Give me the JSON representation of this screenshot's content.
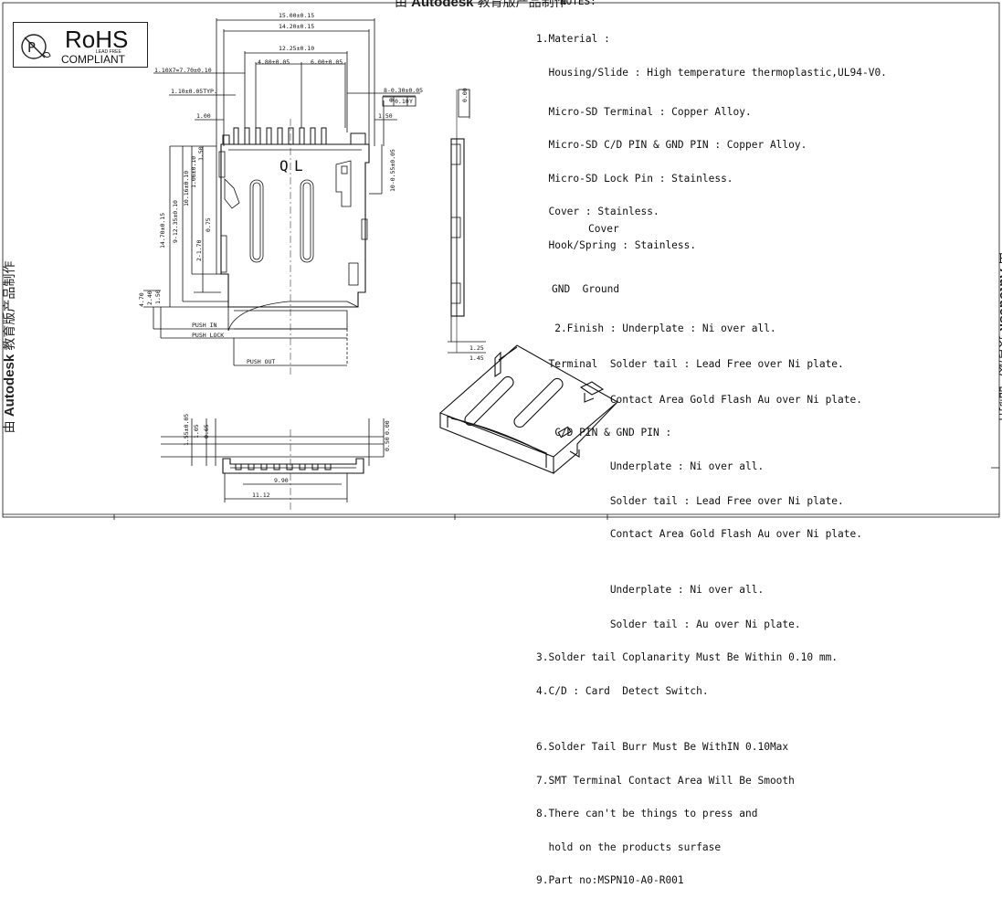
{
  "watermark": {
    "brand": "Autodesk",
    "prefix": "由",
    "suffix": "教育版产品制作"
  },
  "rohs": {
    "title": "RoHS",
    "subtitle": "COMPLIANT",
    "tag": "LEAD FREE"
  },
  "notes_header": "NOTES:",
  "notes": [
    "1.Material :",
    "  Housing/Slide : High temperature thermoplastic,UL94-V0.",
    "  Micro-SD Terminal : Copper Alloy.",
    "  Micro-SD C/D PIN & GND PIN : Copper Alloy.",
    "  Micro-SD Lock Pin : Stainless.",
    "  Cover : Stainless.",
    "  Hook/Spring : Stainless.",
    "",
    "",
    "   2.Finish : Underplate : Ni over all.",
    "  Terminal  Solder tail : Lead Free over Ni plate.",
    "            Contact Area Gold Flash Au over Ni plate.",
    "   C/D PIN & GND PIN :",
    "            Underplate : Ni over all.",
    "            Solder tail : Lead Free over Ni plate.",
    "            Contact Area Gold Flash Au over Ni plate.",
    "",
    "            Underplate : Ni over all.",
    "            Solder tail : Au over Ni plate.",
    "3.Solder tail Coplanarity Must Be Within 0.10 mm.",
    "4.C/D : Card  Detect Switch.",
    "",
    "6.Solder Tail Burr Must Be WithIN 0.10Max",
    "7.SMT Terminal Contact Area Will Be Smooth",
    "8.There can't be things to press and",
    "  hold on the products surfase",
    "9.Part no:MSPN10-A0-R001"
  ],
  "overlap_labels": {
    "cover": "Cover",
    "gnd": "GND  Ground"
  },
  "dims": {
    "d1": "15.00±0.15",
    "d2": "14.20±0.15",
    "d3": "12.25±0.10",
    "d4": "4.80±0.05",
    "d5": "6.00±0.05",
    "d6": "1.10X7=7.70±0.10",
    "d7": "1.10±0.05TYP.",
    "d8": "1.00",
    "d9": "1.50",
    "d10": "8-0.30±0.05",
    "d11": "0.10",
    "d12": "Y",
    "d13": "0.00",
    "d14": "10-0.55±0.05",
    "d15": "Q",
    "d16": "L",
    "d17": "14.70±0.15",
    "d18": "9-12.35±0.10",
    "d19": "10.16±0.10",
    "d20": "1.06±0.10",
    "d21": "1.50",
    "d22": "0.75",
    "d23": "2-1.70",
    "d24": "4.70",
    "d25": "2.40",
    "d26": "1.50",
    "d27": "PUSH  IN",
    "d28": "PUSH  LOCK",
    "d29": "PUSH  OUT",
    "d30": "1.25",
    "d31": "1.45",
    "d32": "1.55±0.05",
    "d33": "1.05",
    "d34": "0.65",
    "d35": "0.00",
    "d36": "0.50",
    "d37": "9.90",
    "d38": "11.12"
  },
  "colors": {
    "ink": "#111111",
    "background": "#ffffff"
  }
}
